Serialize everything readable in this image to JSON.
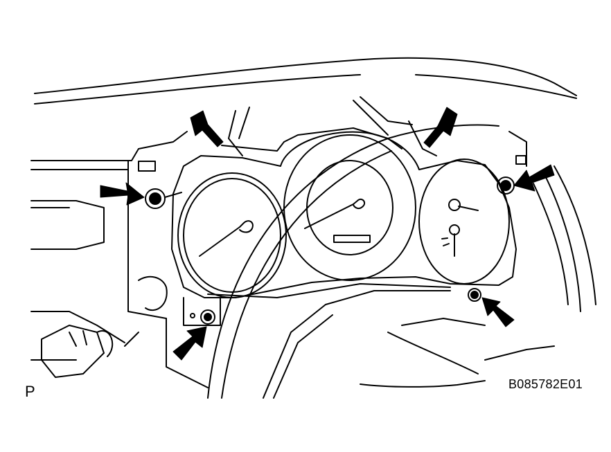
{
  "figure": {
    "corner_mark": "P",
    "figure_code": "B085782E01"
  },
  "colors": {
    "line": "#000000",
    "background": "#ffffff"
  },
  "callouts": {
    "arrow_count": 6,
    "arrow_icon": "solid-black-arrow"
  }
}
